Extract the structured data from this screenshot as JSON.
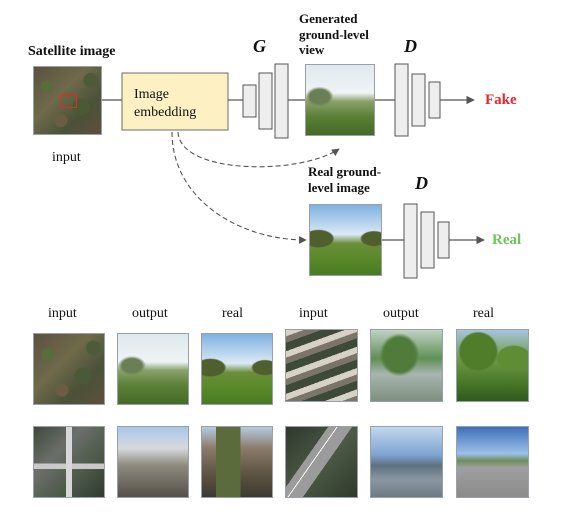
{
  "top": {
    "satellite_label": "Satellite image",
    "input_caption": "input",
    "embedding_label": "Image embedding",
    "g_label": "G",
    "d_label_top": "D",
    "d_label_bottom": "D",
    "generated_label": "Generated ground-level view",
    "real_label": "Real ground-level image",
    "fake_output": "Fake",
    "real_output": "Real"
  },
  "colors": {
    "fake": "#e8262b",
    "real": "#6fc35c",
    "embedding_fill": "#fdf0c3",
    "embedding_stroke": "#6c6c6c",
    "block_fill": "#eeeeee",
    "arrow": "#555555"
  },
  "examples": {
    "headers": [
      "input",
      "output",
      "real",
      "input",
      "output",
      "real"
    ]
  }
}
